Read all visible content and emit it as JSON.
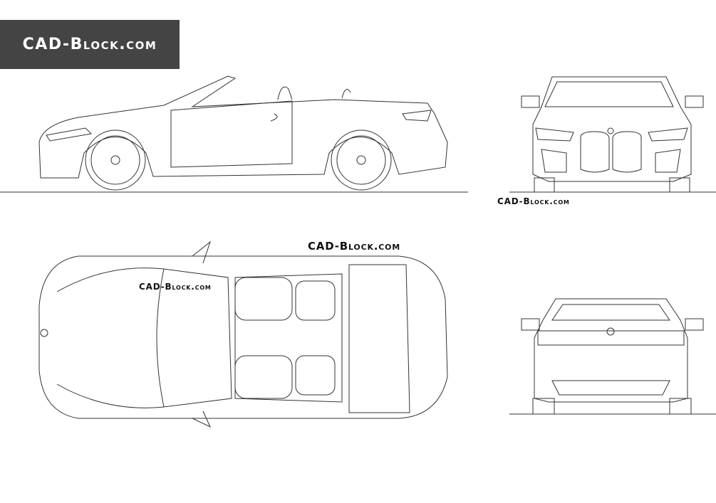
{
  "logo": {
    "text": "CAD-Block.com"
  },
  "watermarks": [
    "CAD-Block.com",
    "CAD-Block.com",
    "CAD-Block.com"
  ],
  "views": [
    "side-view",
    "front-view",
    "top-view",
    "rear-view"
  ]
}
